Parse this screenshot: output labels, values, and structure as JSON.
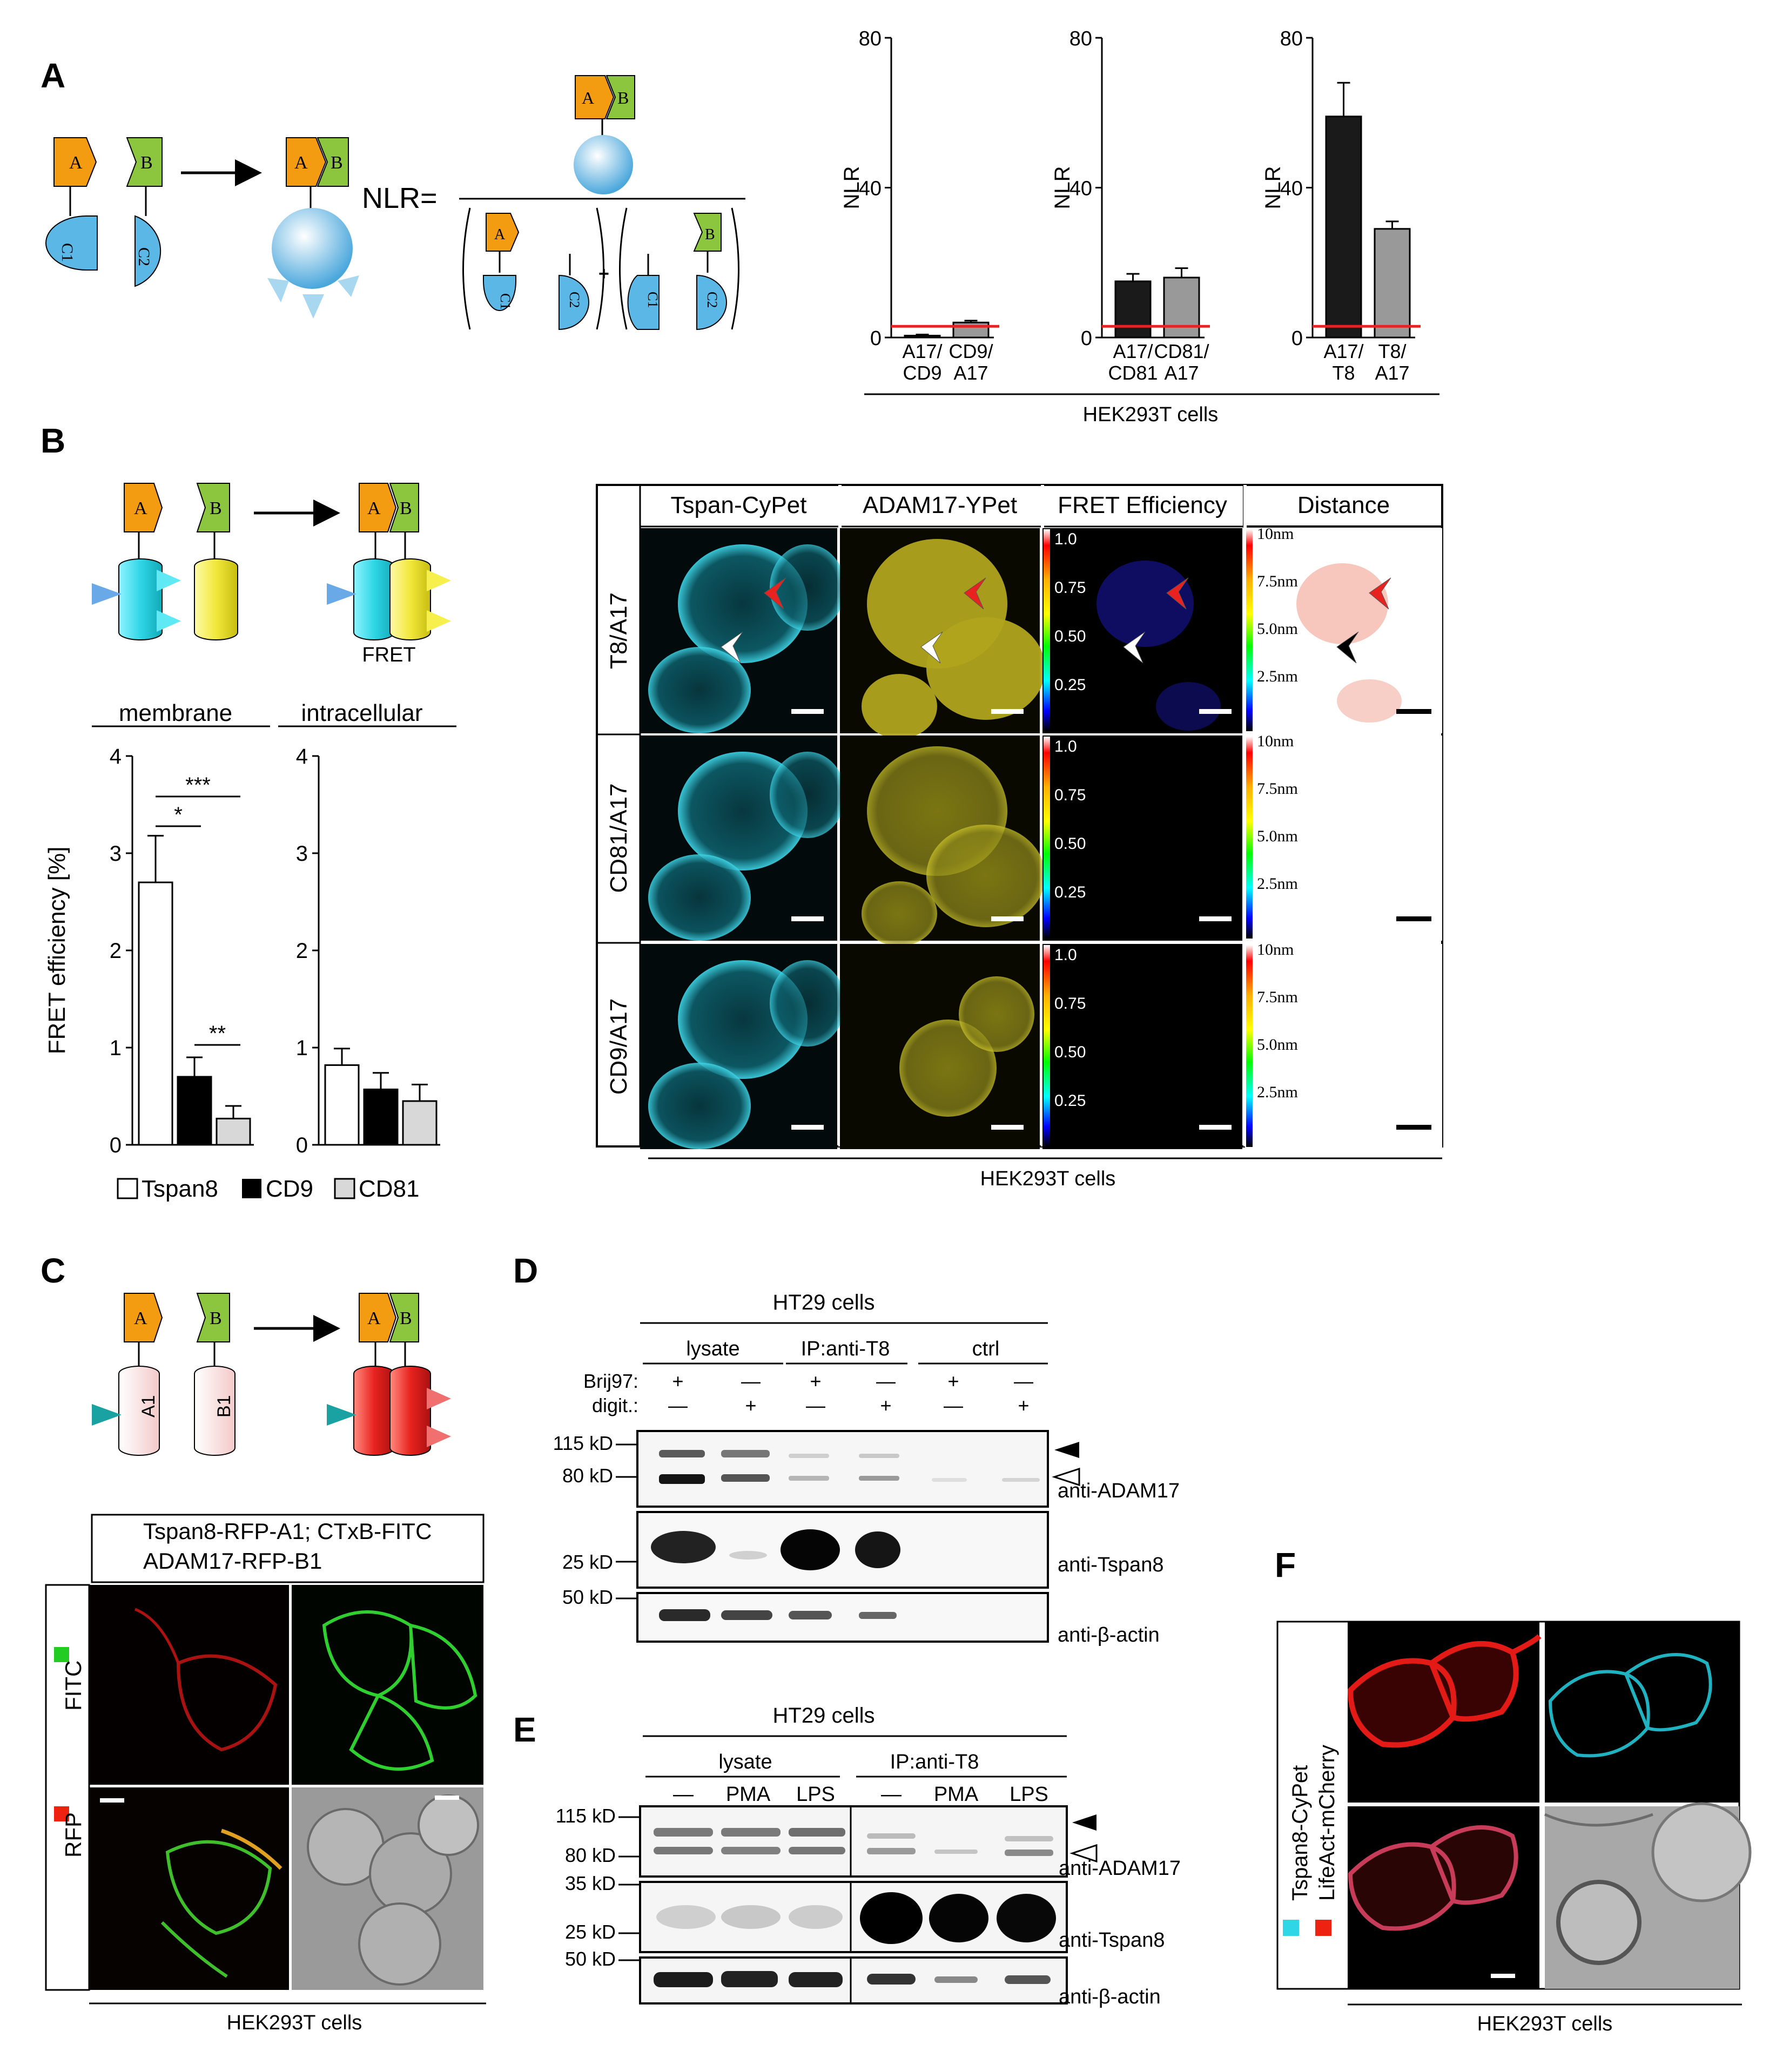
{
  "panels": {
    "A": "A",
    "B": "B",
    "C": "C",
    "D": "D",
    "E": "E",
    "F": "F"
  },
  "colors": {
    "orange": "#f39c12",
    "green": "#8cc63f",
    "blue": "#5bb8e6",
    "cyan": "#2fd6e6",
    "yellow": "#f1e83a",
    "red": "#e8231f",
    "pink": "#f9dcdc",
    "bar_grey": "#999999"
  },
  "panelA": {
    "tag_a": "A",
    "tag_b": "B",
    "c1": "C1",
    "c2": "C2",
    "nlr_eq": "NLR=",
    "plus": "+",
    "cell_label": "HEK293T cells",
    "charts": [
      {
        "ylabel": "NLR",
        "yticks": [
          "0",
          "40",
          "80"
        ],
        "cats": [
          [
            "A17/",
            "CD9"
          ],
          [
            "CD9/",
            "A17"
          ]
        ]
      },
      {
        "ylabel": "NLR",
        "yticks": [
          "0",
          "40",
          "80"
        ],
        "cats": [
          [
            "A17/",
            "CD81"
          ],
          [
            "CD81/",
            "A17"
          ]
        ]
      },
      {
        "ylabel": "NLR",
        "yticks": [
          "0",
          "40",
          "80"
        ],
        "cats": [
          [
            "A17/",
            "T8"
          ],
          [
            "T8/",
            "A17"
          ]
        ]
      }
    ]
  },
  "chart_data": [
    {
      "type": "bar",
      "categories": [
        "A17/CD9",
        "CD9/A17"
      ],
      "values": [
        0.5,
        4
      ],
      "errors": [
        0.3,
        0.5
      ],
      "ylabel": "NLR",
      "ylim": [
        0,
        80
      ],
      "threshold": 3
    },
    {
      "type": "bar",
      "categories": [
        "A17/CD81",
        "CD81/A17"
      ],
      "values": [
        15,
        16
      ],
      "errors": [
        2,
        2.5
      ],
      "ylabel": "NLR",
      "ylim": [
        0,
        80
      ],
      "threshold": 3
    },
    {
      "type": "bar",
      "categories": [
        "A17/T8",
        "T8/A17"
      ],
      "values": [
        59,
        29
      ],
      "errors": [
        9,
        2
      ],
      "ylabel": "NLR",
      "ylim": [
        0,
        80
      ],
      "threshold": 3
    },
    {
      "type": "bar",
      "title": "membrane",
      "categories": [
        "Tspan8",
        "CD9",
        "CD81"
      ],
      "values": [
        2.7,
        0.7,
        0.27
      ],
      "errors": [
        0.48,
        0.2,
        0.13
      ],
      "ylabel": "FRET efficiency [%]",
      "ylim": [
        0,
        4
      ],
      "significance": [
        "***",
        "*",
        "**"
      ]
    },
    {
      "type": "bar",
      "title": "intracellular",
      "categories": [
        "Tspan8",
        "CD9",
        "CD81"
      ],
      "values": [
        0.82,
        0.57,
        0.45
      ],
      "errors": [
        0.17,
        0.17,
        0.17
      ],
      "ylabel": "FRET efficiency [%]",
      "ylim": [
        0,
        4
      ]
    }
  ],
  "panelB": {
    "fret_label": "FRET",
    "membrane": "membrane",
    "intracellular": "intracellular",
    "ylabel": "FRET efficiency [%]",
    "yticks": [
      "0",
      "1",
      "2",
      "3",
      "4"
    ],
    "stars": [
      "***",
      "*",
      "**"
    ],
    "legend": [
      "Tspan8",
      "CD9",
      "CD81"
    ],
    "col_headers": [
      "Tspan-CyPet",
      "ADAM17-YPet",
      "FRET Efficiency",
      "Distance"
    ],
    "row_labels": [
      "T8/A17",
      "CD81/A17",
      "CD9/A17"
    ],
    "fret_scale": [
      "1.0",
      "0.75",
      "0.50",
      "0.25"
    ],
    "dist_scale": [
      "10nm",
      "7.5nm",
      "5.0nm",
      "2.5nm"
    ],
    "cell_label": "HEK293T cells"
  },
  "panelC": {
    "a1": "A1",
    "b1": "B1",
    "title_line1": "Tspan8-RFP-A1; CTxB-FITC",
    "title_line2": "ADAM17-RFP-B1",
    "fitc": "FITC",
    "rfp": "RFP",
    "cell_label": "HEK293T cells"
  },
  "panelD": {
    "title": "HT29 cells",
    "groups": [
      "lysate",
      "IP:anti-T8",
      "ctrl"
    ],
    "brij": "Brij97:",
    "digit": "digit.:",
    "brij_vals": [
      "+",
      "—",
      "+",
      "—",
      "+",
      "—"
    ],
    "digit_vals": [
      "—",
      "+",
      "—",
      "+",
      "—",
      "+"
    ],
    "mw": [
      "115 kD",
      "80 kD",
      "25 kD",
      "50 kD"
    ],
    "blots": [
      "anti-ADAM17",
      "anti-Tspan8",
      "anti-β-actin"
    ]
  },
  "panelE": {
    "title": "HT29 cells",
    "groups": [
      "lysate",
      "IP:anti-T8"
    ],
    "lanes": [
      "—",
      "PMA",
      "LPS",
      "—",
      "PMA",
      "LPS"
    ],
    "mw": [
      "115 kD",
      "80 kD",
      "35 kD",
      "25 kD",
      "50 kD"
    ],
    "blots": [
      "anti-ADAM17",
      "anti-Tspan8",
      "anti-β-actin"
    ]
  },
  "panelF": {
    "label1": "Tspan8-CyPet",
    "label2": "LifeAct-mCherry",
    "cell_label": "HEK293T cells"
  }
}
